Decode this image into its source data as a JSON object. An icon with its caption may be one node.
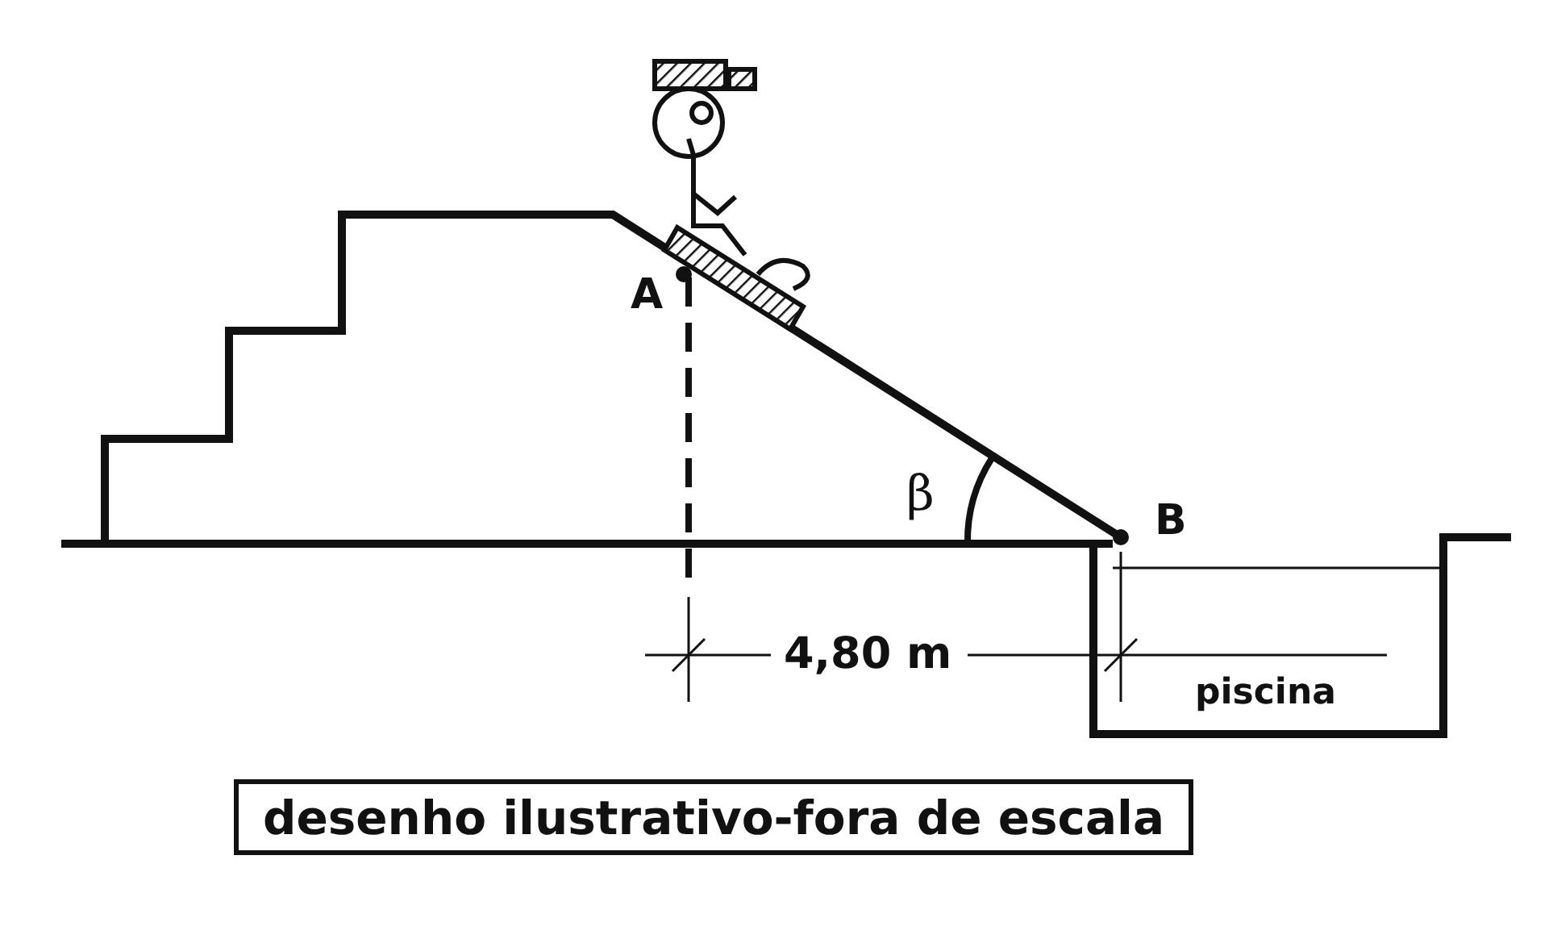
{
  "diagram": {
    "nodes": [
      {
        "text": [
          "desenho ilustrativo-fora de escala"
        ]
      }
    ],
    "labels": [
      "A",
      "B",
      "β",
      "4,80 m",
      "piscina"
    ]
  }
}
